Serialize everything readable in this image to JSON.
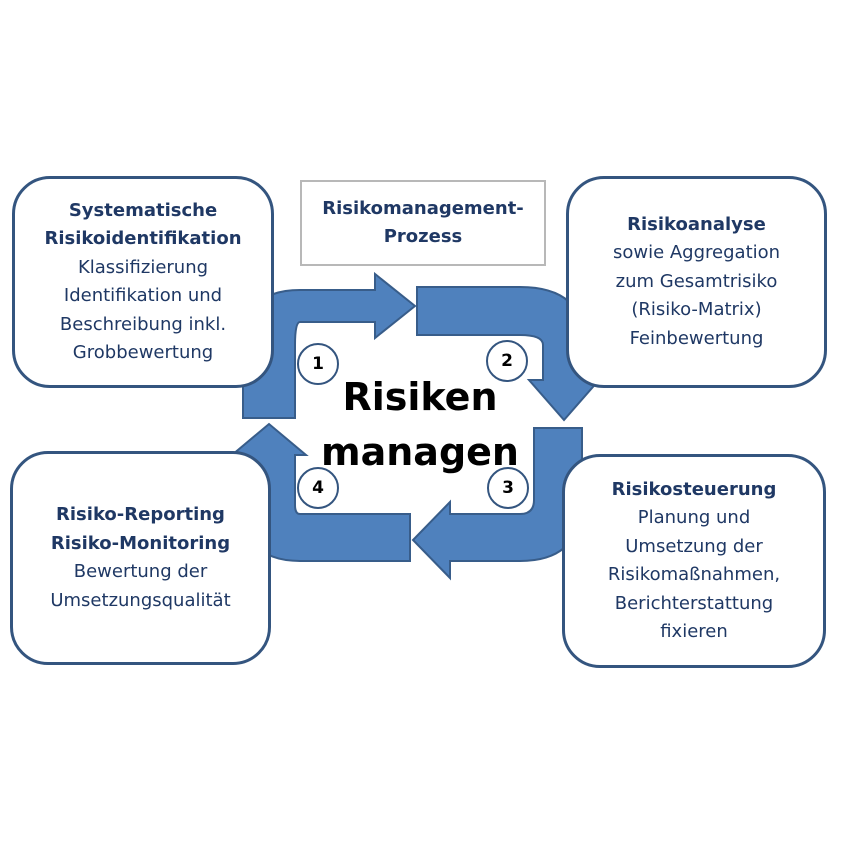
{
  "center": {
    "line1": "Risiken",
    "line2": "managen"
  },
  "process_label": {
    "line1": "Risikomanagement-",
    "line2": "Prozess"
  },
  "steps": [
    {
      "number": "1",
      "title_lines": [
        "Systematische",
        "Risikoidentifikation"
      ],
      "text_lines": [
        "Klassifizierung",
        "Identifikation und",
        "Beschreibung inkl.",
        "Grobbewertung"
      ]
    },
    {
      "number": "2",
      "title_lines": [
        "Risikoanalyse"
      ],
      "text_lines": [
        "sowie Aggregation",
        "zum Gesamtrisiko",
        "(Risiko-Matrix)",
        "Feinbewertung"
      ]
    },
    {
      "number": "3",
      "title_lines": [
        "Risikosteuerung"
      ],
      "text_lines": [
        "Planung und",
        "Umsetzung der",
        "Risikomaßnahmen,",
        "Berichterstattung",
        "fixieren"
      ]
    },
    {
      "number": "4",
      "title_lines": [
        "Risiko-Reporting",
        "Risiko-Monitoring"
      ],
      "text_lines": [
        "Bewertung der",
        "Umsetzungsqualität"
      ]
    }
  ],
  "colors": {
    "arrow_fill": "#4f81bd",
    "arrow_stroke": "#385d8a",
    "box_border": "#34557f",
    "text": "#1f3864"
  }
}
